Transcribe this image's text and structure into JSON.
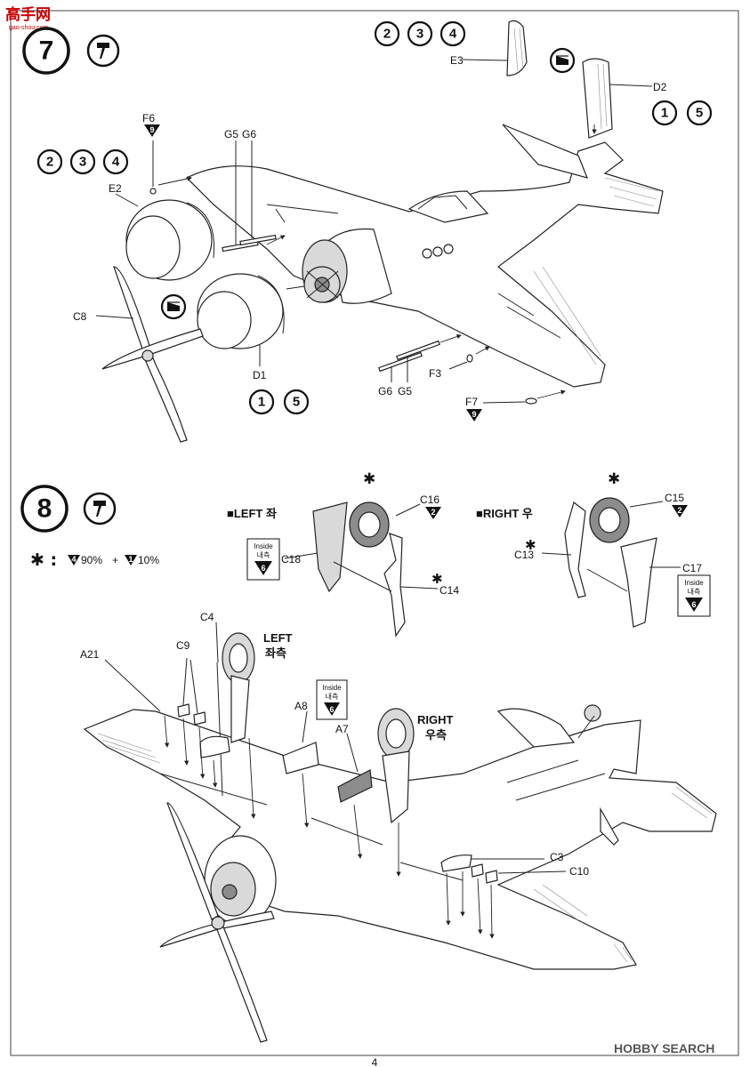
{
  "watermark_top": {
    "title": "高手网",
    "url": "gao-shou.com"
  },
  "watermark_bottom": "HOBBY SEARCH",
  "page_number": "4",
  "step7": {
    "number": "7",
    "icon": "glue-icon",
    "paint_refs_top": [
      "2",
      "3",
      "4"
    ],
    "paint_refs_left": [
      "2",
      "3",
      "4"
    ],
    "paint_refs_d2": [
      "1",
      "5"
    ],
    "paint_refs_d1": [
      "1",
      "5"
    ],
    "labels": {
      "e3": "E3",
      "d2": "D2",
      "f6": "F6",
      "f6_color": "9",
      "g5a": "G5",
      "g6a": "G6",
      "e2": "E2",
      "c8": "C8",
      "d1": "D1",
      "f3": "F3",
      "g6b": "G6",
      "g5b": "G5",
      "f7": "F7",
      "f7_color": "9"
    }
  },
  "step8": {
    "number": "8",
    "icon": "glue-icon",
    "mix_symbol": "✱ :",
    "mix_color_a": "4",
    "mix_pct_a": "90%",
    "mix_plus": "+",
    "mix_color_b": "1",
    "mix_pct_b": "10%",
    "left_title": "■LEFT 좌",
    "right_title": "■RIGHT 우",
    "inside_text": "Inside",
    "inside_kr": "내측",
    "inside_color": "6",
    "labels": {
      "c16": "C16",
      "c16_color": "2",
      "c18": "C18",
      "c14": "C14",
      "c15": "C15",
      "c15_color": "2",
      "c13": "C13",
      "c17": "C17",
      "c4": "C4",
      "c9": "C9",
      "a21": "A21",
      "a8": "A8",
      "a7": "A7",
      "c3": "C3",
      "c10": "C10",
      "left_en": "LEFT",
      "left_kr": "좌측",
      "right_en": "RIGHT",
      "right_kr": "우측",
      "asterisk": "✱"
    }
  }
}
